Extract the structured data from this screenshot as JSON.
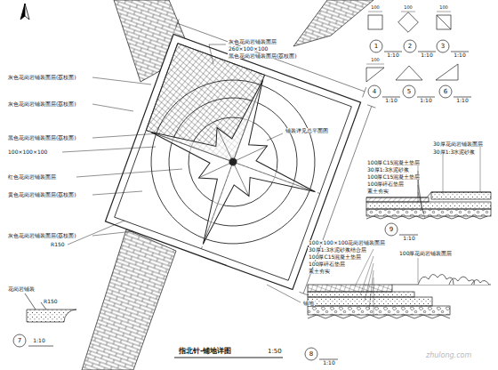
{
  "diagram": {
    "title": "指北针-铺地详图",
    "labels": [
      "灰色花岗岩铺装面层",
      "260×100×100",
      "黑色花岗岩铺装面层(荔枝面)",
      "灰色花岗岩铺装面层(荔枝面)",
      "灰色花岗岩铺装面层(荔枝面)",
      "黑色花岗岩铺装面层(荔枝面)",
      "100×100×100",
      "红色花岗岩铺装面层",
      "黄色花岗岩铺装面层(荔枝面)",
      "灰色花岗岩铺装面层(荔枝面)",
      "R150",
      "铺装详见总平面图",
      "铺地",
      "1:50",
      "花岗岩铺装",
      "R150",
      "7",
      "1:10",
      "1",
      "1:10",
      "2",
      "1:10",
      "3",
      "1:10",
      "4",
      "1:10",
      "5",
      "1:10",
      "6",
      "1:10",
      "9",
      "1:10",
      "8",
      "1:10",
      "100",
      "100",
      "100",
      "100",
      "30厚花岗岩铺装面层",
      "100厚C15混凝土垫层",
      "30厚1:3水泥砂浆",
      "100厚C15混凝土垫层",
      "100厚碎石垫层",
      "素土夯实",
      "30厚1:3水泥砂浆",
      "100×100×100花岗岩铺装面层",
      "30厚1:3水泥砂浆结合层",
      "100厚C15混凝土垫层",
      "100厚碎石垫层",
      "素土夯实",
      "100厚花岗岩铺装面层",
      "zhulong.com"
    ]
  }
}
